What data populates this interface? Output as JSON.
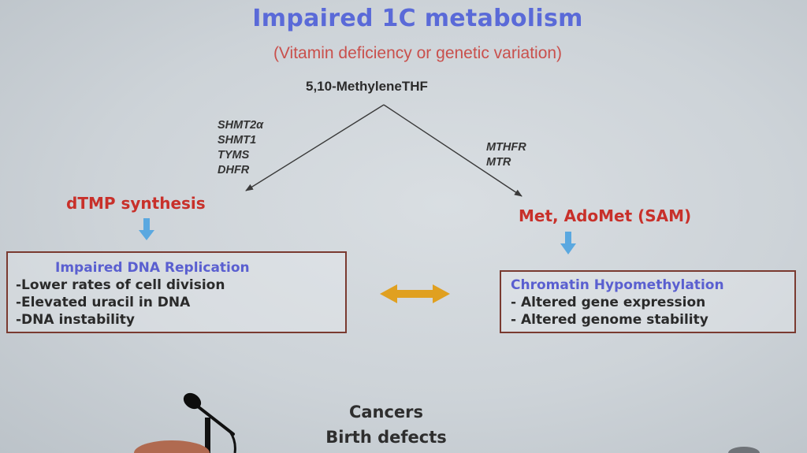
{
  "title": "Impaired 1C metabolism",
  "subtitle": "(Vitamin deficiency or genetic variation)",
  "root_node": "5,10-MethyleneTHF",
  "left_branch": {
    "enzymes": [
      "SHMT2α",
      "SHMT1",
      "TYMS",
      "DHFR"
    ],
    "product": "dTMP synthesis",
    "box": {
      "title": "Impaired DNA Replication",
      "items": [
        "-Lower rates of cell division",
        "-Elevated uracil in DNA",
        "-DNA instability"
      ]
    }
  },
  "right_branch": {
    "enzymes": [
      "MTHFR",
      "MTR"
    ],
    "product": "Met, AdoMet (SAM)",
    "box": {
      "title": "Chromatin Hypomethylation",
      "items": [
        "- Altered gene expression",
        "- Altered genome stability"
      ]
    }
  },
  "outcomes": [
    "Cancers",
    "Birth defects"
  ],
  "colors": {
    "title": "#5a6ad8",
    "subtitle": "#c9504c",
    "branch_product": "#c8302a",
    "box_title": "#5a5fd0",
    "box_border": "#7a3a30",
    "down_arrow": "#5aa8e0",
    "double_arrow": "#e0a020"
  }
}
